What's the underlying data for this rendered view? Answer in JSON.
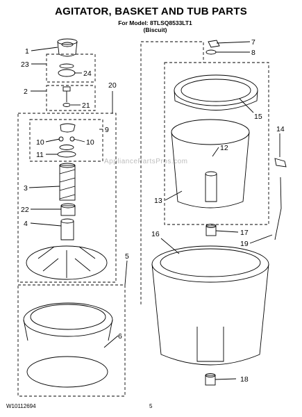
{
  "header": {
    "title": "AGITATOR, BASKET AND TUB PARTS",
    "model_line": "For Model: 8TLSQ8533LT1",
    "color_line": "(Biscuit)"
  },
  "footer": {
    "doc_number": "W10112694",
    "page_number": "5"
  },
  "watermark": "AppliancePartsPros.com",
  "callouts": {
    "c1": "1",
    "c23": "23",
    "c24": "24",
    "c2": "2",
    "c21": "21",
    "c20": "20",
    "c9": "9",
    "c10a": "10",
    "c10b": "10",
    "c11": "11",
    "c3": "3",
    "c22": "22",
    "c4": "4",
    "c5": "5",
    "c6": "6",
    "c7": "7",
    "c8": "8",
    "c15": "15",
    "c14": "14",
    "c12": "12",
    "c13": "13",
    "c16": "16",
    "c17": "17",
    "c19": "19",
    "c18": "18"
  }
}
